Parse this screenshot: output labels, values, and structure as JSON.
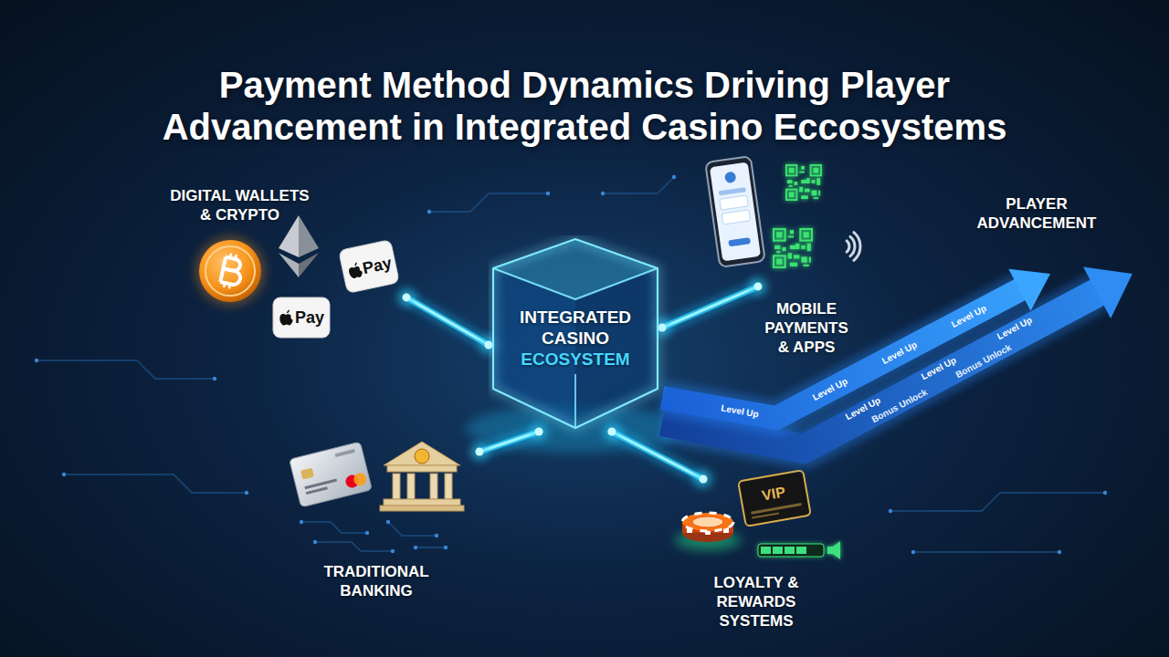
{
  "diagram": {
    "title": "Payment Method Dynamics Driving Player Advancement in Integrated Casino Eccosystems",
    "nodes": [
      {
        "text": [
          "DIGITAL WALLETS & CRYPTO"
        ]
      },
      {
        "text": [
          "PLAYER ADVANCEMENT"
        ]
      },
      {
        "text": [
          "INTEGRATED CASINO",
          "ECOSYSTEM"
        ]
      },
      {
        "text": [
          "MOBILE PAYMENTS & APPS"
        ]
      },
      {
        "text": [
          "TRADITIONAL BANKING"
        ]
      },
      {
        "text": [
          "LOYALTY & REWARDS SYSTEMS"
        ]
      }
    ],
    "edges": [
      {
        "from": 0,
        "to": 2,
        "arrow": "none"
      },
      {
        "from": 2,
        "to": 3,
        "arrow": "none"
      },
      {
        "from": 2,
        "to": 4,
        "arrow": "none"
      },
      {
        "from": 2,
        "to": 5,
        "arrow": "none"
      },
      {
        "from": 2,
        "to": 1,
        "arrow": "to"
      },
      {
        "from": 2,
        "to": 1,
        "arrow": "to"
      }
    ],
    "labels": [
      "Pay",
      "Pay",
      "VIP",
      "Level Up",
      "Level Up",
      "Level Up",
      "Level Up",
      "Level Up",
      "Level Up",
      "Level Up",
      "Bonus Unlock",
      "Bonus Unlock"
    ]
  }
}
